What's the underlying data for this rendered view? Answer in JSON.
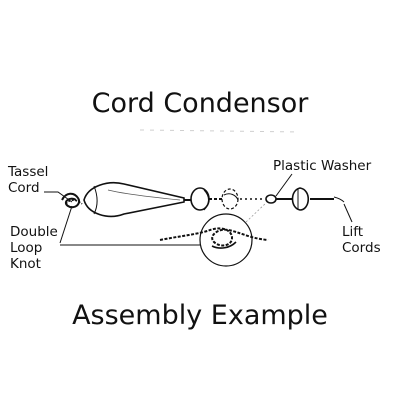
{
  "title": "Cord Condensor",
  "subtitle": "Assembly Example",
  "labels": {
    "tassel_cord": [
      "Tassel",
      "Cord"
    ],
    "double_loop_knot": [
      "Double",
      "Loop",
      "Knot"
    ],
    "plastic_washer": "Plastic Washer",
    "lift_cords": [
      "Lift",
      "Cords"
    ]
  },
  "icons": {
    "cord_condensor": "teardrop-condensor-icon",
    "washer": "plastic-washer-icon",
    "knot_detail": "magnified-knot-icon"
  }
}
